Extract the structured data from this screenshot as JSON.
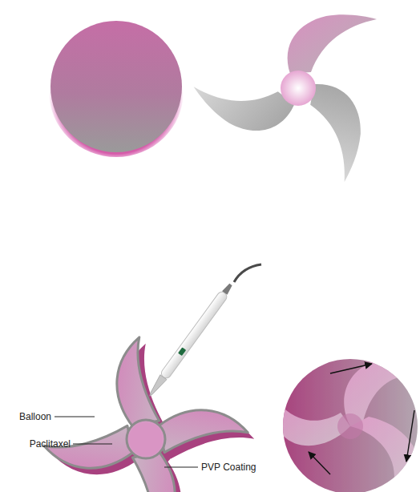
{
  "diagram": {
    "labels": [
      "Balloon",
      "Paclitaxel",
      "PVP Coating"
    ]
  }
}
